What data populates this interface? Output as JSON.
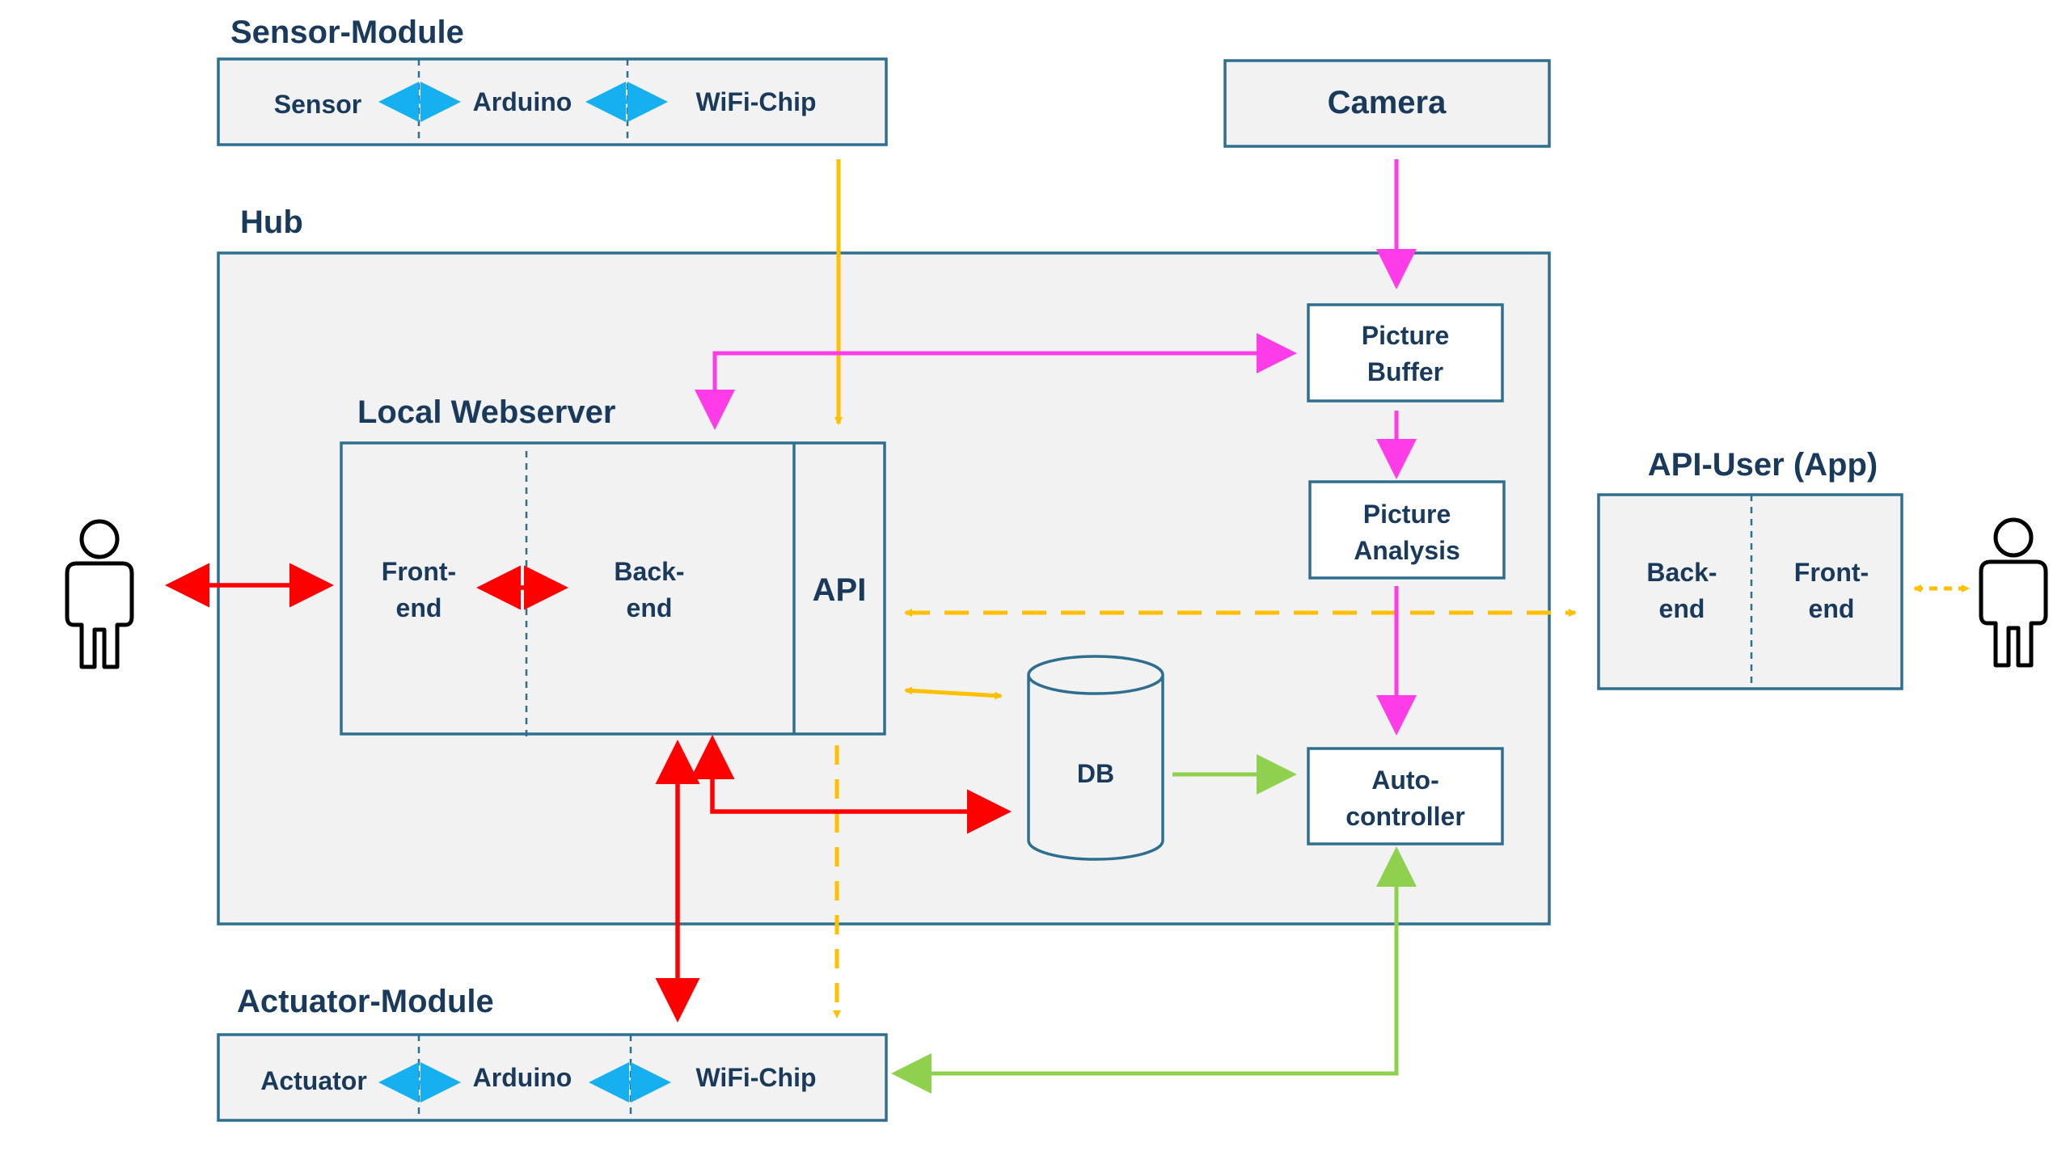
{
  "colors": {
    "text": "#1a3a5c",
    "border": "#2e6f8e",
    "fill": "#f2f2f2",
    "orange": "#ffc000",
    "magenta": "#ff3ce8",
    "red": "#ff0000",
    "green": "#8fd14f",
    "blue": "#16b0f0"
  },
  "sensor_module": {
    "title": "Sensor-Module",
    "sensor": "Sensor",
    "arduino": "Arduino",
    "wifi": "WiFi-Chip"
  },
  "camera": {
    "label": "Camera"
  },
  "hub": {
    "title": "Hub"
  },
  "picture_buffer": {
    "line1": "Picture",
    "line2": "Buffer"
  },
  "picture_analysis": {
    "line1": "Picture",
    "line2": "Analysis"
  },
  "webserver": {
    "title": "Local Webserver",
    "frontend_1": "Front-",
    "frontend_2": "end",
    "backend_1": "Back-",
    "backend_2": "end",
    "api": "API"
  },
  "db": {
    "label": "DB"
  },
  "autocontroller": {
    "line1": "Auto-",
    "line2": "controller"
  },
  "api_user": {
    "title": "API-User (App)",
    "backend_1": "Back-",
    "backend_2": "end",
    "frontend_1": "Front-",
    "frontend_2": "end"
  },
  "actuator_module": {
    "title": "Actuator-Module",
    "actuator": "Actuator",
    "arduino": "Arduino",
    "wifi": "WiFi-Chip"
  }
}
